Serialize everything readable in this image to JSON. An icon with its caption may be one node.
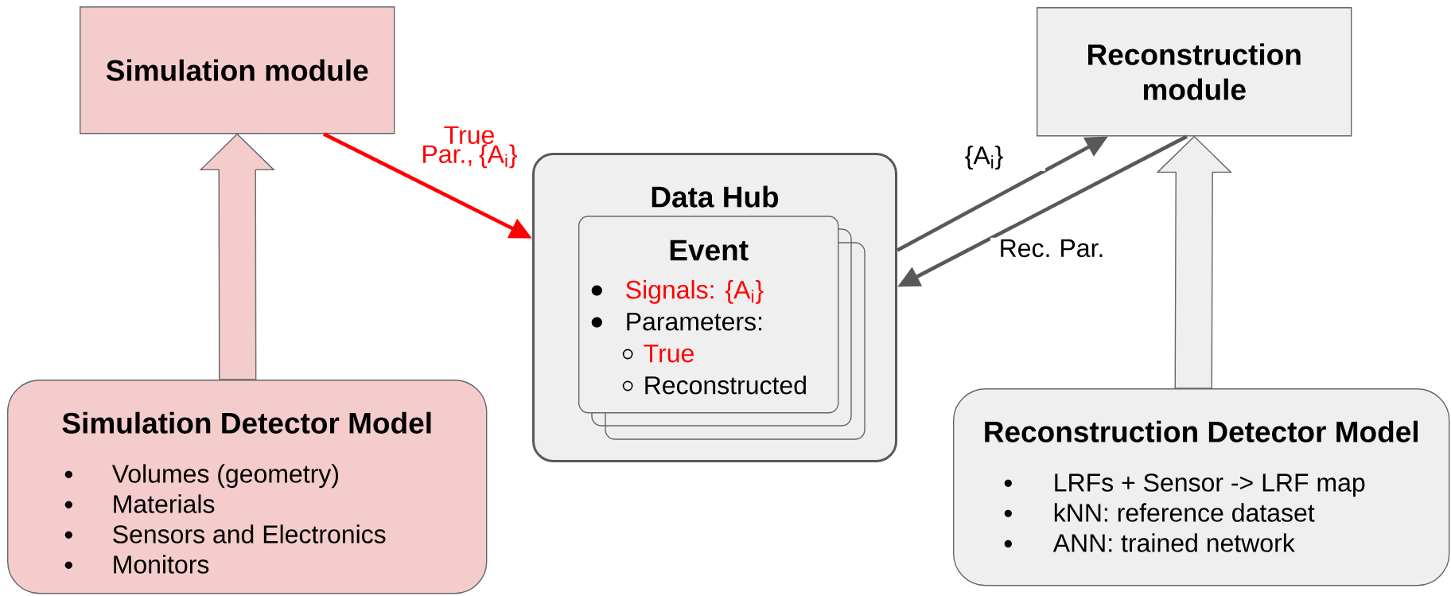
{
  "diagram": {
    "nodes": [
      {
        "text": [
          "Simulation module"
        ]
      },
      {
        "text": [
          "Reconstruction module"
        ]
      },
      {
        "text": [
          "Data Hub"
        ]
      },
      {
        "text": [
          "Event",
          "Signals: {A$_{i}$}",
          "Parameters:",
          "True",
          "Reconstructed"
        ],
        "in": 2
      },
      {
        "text": [
          "Simulation Detector Model",
          "Volumes (geometry)",
          "Materials",
          "Sensors and Electronics",
          "Monitors"
        ]
      },
      {
        "text": [
          "Reconstruction Detector Model",
          "LRFs + Sensor -> LRF map",
          "kNN: reference dataset",
          "ANN: trained network"
        ]
      }
    ],
    "edges": [
      {
        "from": 0,
        "to": 2,
        "arrow": "to",
        "label": "True Par., {A$_{i}$}",
        "color": "#ff0000"
      },
      {
        "from": 2,
        "to": 1,
        "arrow": "to",
        "label": "{A$_{i}$}"
      },
      {
        "from": 1,
        "to": 2,
        "arrow": "to",
        "label": "Rec. Par."
      },
      {
        "from": 4,
        "to": 0,
        "arrow": "to",
        "style": "thick"
      },
      {
        "from": 5,
        "to": 1,
        "arrow": "to",
        "style": "thick"
      }
    ]
  }
}
